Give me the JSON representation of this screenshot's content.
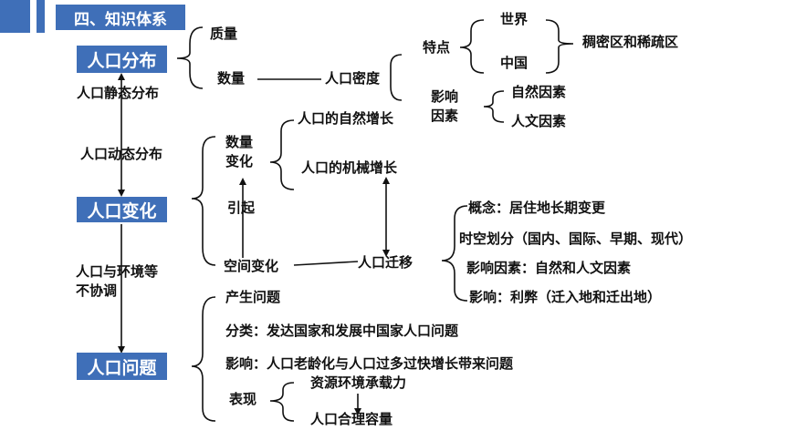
{
  "header": {
    "title": "四、知识体系"
  },
  "boxes": {
    "distribution": "人口分布",
    "change": "人口变化",
    "problems": "人口问题"
  },
  "links": {
    "static": "人口静态分布",
    "dynamic": "人口动态分布",
    "env_line1": "人口与环境等",
    "env_line2": "不协调"
  },
  "distribution": {
    "quality": "质量",
    "quantity": "数量",
    "density": "人口密度",
    "features": "特点",
    "world": "世界",
    "china": "中国",
    "dense_sparse": "稠密区和稀疏区",
    "influence_line1": "影响",
    "influence_line2": "因素",
    "natural": "自然因素",
    "human": "人文因素"
  },
  "change": {
    "qty_line1": "数量",
    "qty_line2": "变化",
    "natural_growth": "人口的自然增长",
    "mechanical_growth": "人口的机械增长",
    "cause": "引起",
    "spatial": "空间变化",
    "migration": "人口迁移",
    "concept": "概念：居住地长期变更",
    "classification": "时空划分（国内、国际、早期、现代）",
    "factors": "影响因素：自然和人文因素",
    "impact": "影响：利弊（迁入地和迁出地）"
  },
  "problems": {
    "origin": "产生问题",
    "category": "分类：发达国家和发展中国家人口问题",
    "effect": "影响：人口老龄化与人口过多过快增长带来问题",
    "manifest": "表现",
    "capacity": "资源环境承载力",
    "reasonable": "人口合理容量"
  }
}
